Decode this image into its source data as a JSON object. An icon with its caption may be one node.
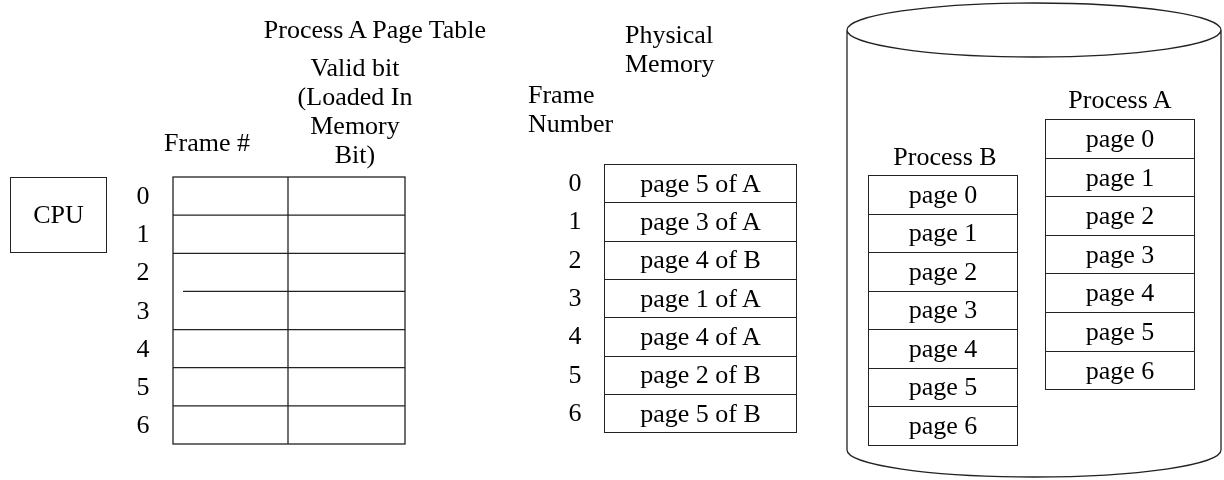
{
  "diagram": {
    "nodes": [
      {
        "text": [
          "CPU"
        ]
      },
      {
        "text": [
          "page 5 of A"
        ]
      },
      {
        "text": [
          "page 3 of A"
        ]
      },
      {
        "text": [
          "page 4 of B"
        ]
      },
      {
        "text": [
          "page 1 of A"
        ]
      },
      {
        "text": [
          "page 4 of A"
        ]
      },
      {
        "text": [
          "page 2 of B"
        ]
      },
      {
        "text": [
          "page 5 of B"
        ]
      },
      {
        "text": [],
        "shape": "cylinder"
      },
      {
        "text": [
          "page 0"
        ],
        "in": 8
      },
      {
        "text": [
          "page 1"
        ],
        "in": 8
      },
      {
        "text": [
          "page 2"
        ],
        "in": 8
      },
      {
        "text": [
          "page 3"
        ],
        "in": 8
      },
      {
        "text": [
          "page 4"
        ],
        "in": 8
      },
      {
        "text": [
          "page 5"
        ],
        "in": 8
      },
      {
        "text": [
          "page 6"
        ],
        "in": 8
      },
      {
        "text": [
          "page 0"
        ],
        "in": 8
      },
      {
        "text": [
          "page 1"
        ],
        "in": 8
      },
      {
        "text": [
          "page 2"
        ],
        "in": 8
      },
      {
        "text": [
          "page 3"
        ],
        "in": 8
      },
      {
        "text": [
          "page 4"
        ],
        "in": 8
      },
      {
        "text": [
          "page 5"
        ],
        "in": 8
      },
      {
        "text": [
          "page 6"
        ],
        "in": 8
      }
    ],
    "edges": [],
    "labels": [
      "Process A Page Table",
      "Valid bit (Loaded In Memory Bit)",
      "Physical Memory",
      "Process A",
      "Frame #",
      "Frame Number",
      "Process B",
      "0",
      "1",
      "2",
      "3",
      "4",
      "5",
      "6",
      "0",
      "1",
      "2",
      "3",
      "4",
      "5",
      "6"
    ]
  }
}
